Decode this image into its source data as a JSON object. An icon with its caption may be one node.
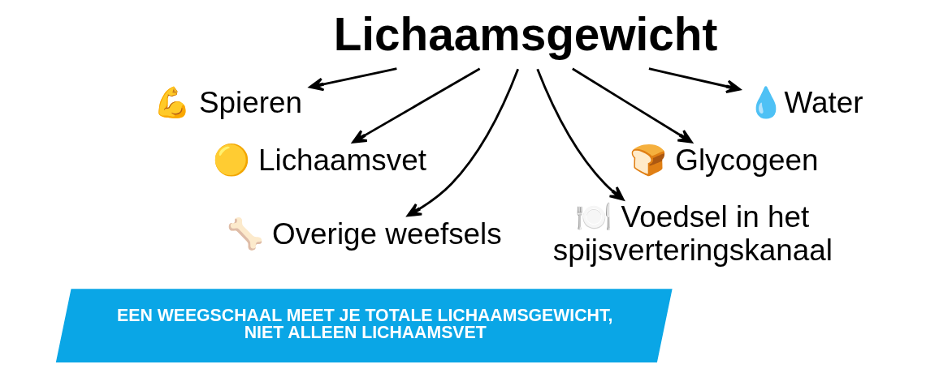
{
  "diagram": {
    "nodes": [
      {
        "text": [
          "Lichaamsgewicht"
        ]
      },
      {
        "text": [
          "💪 Spieren"
        ]
      },
      {
        "text": [
          "💧Water"
        ]
      },
      {
        "text": [
          "🟡 Lichaamsvet"
        ]
      },
      {
        "text": [
          "🍞 Glycogeen"
        ]
      },
      {
        "text": [
          "🍽️ Voedsel in het spijsverteringskanaal"
        ]
      },
      {
        "text": [
          "🦴 Overige weefsels"
        ]
      },
      {
        "text": [
          "EEN WEEGSCHAAL MEET JE TOTALE LICHAAMSGEWICHT, NIET ALLEEN LICHAAMSVET"
        ]
      }
    ],
    "edges": [
      {
        "from": 0,
        "to": 1,
        "arrow": "to"
      },
      {
        "from": 0,
        "to": 3,
        "arrow": "to"
      },
      {
        "from": 0,
        "to": 6,
        "arrow": "to"
      },
      {
        "from": 0,
        "to": 5,
        "arrow": "to"
      },
      {
        "from": 0,
        "to": 4,
        "arrow": "to"
      },
      {
        "from": 0,
        "to": 2,
        "arrow": "to"
      }
    ]
  }
}
